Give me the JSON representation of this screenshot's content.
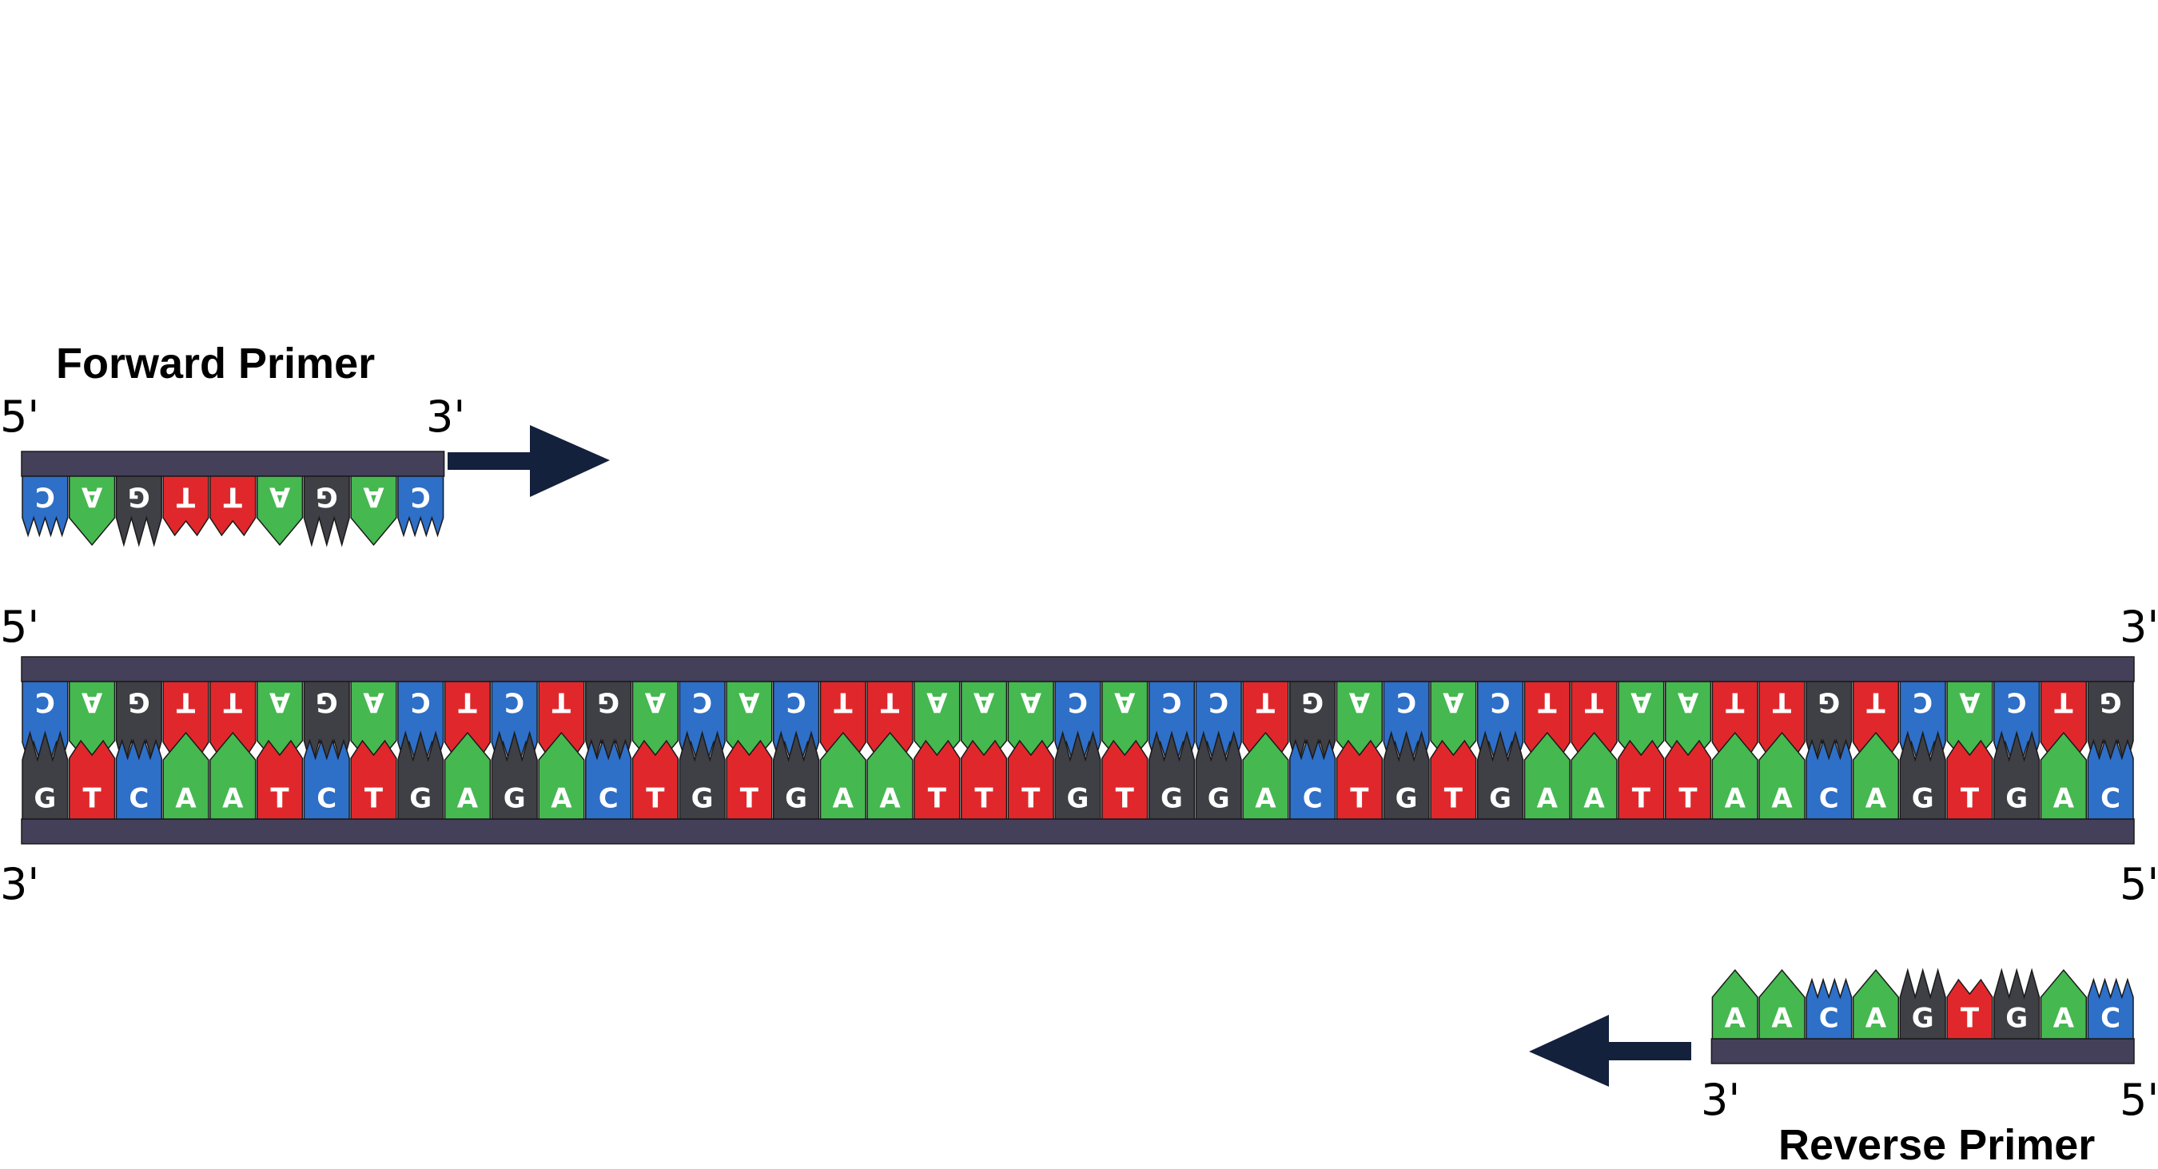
{
  "colors": {
    "A": "#45b850",
    "T": "#e0282c",
    "G": "#3f3f46",
    "C": "#2e6fc8",
    "backbone": "#44405a",
    "arrow": "#14213d"
  },
  "forward_primer": {
    "title": "Forward Primer",
    "end_left": "5'",
    "end_right": "3'",
    "bases": [
      "C",
      "A",
      "G",
      "T",
      "T",
      "A",
      "G",
      "A",
      "C"
    ]
  },
  "template": {
    "top_end_left": "5'",
    "top_end_right": "3'",
    "bottom_end_left": "3'",
    "bottom_end_right": "5'",
    "top_bases": [
      "C",
      "A",
      "G",
      "T",
      "T",
      "A",
      "G",
      "A",
      "C",
      "T",
      "C",
      "T",
      "G",
      "A",
      "C",
      "A",
      "C",
      "T",
      "T",
      "A",
      "A",
      "A",
      "C",
      "A",
      "C",
      "C",
      "T",
      "G",
      "A",
      "C",
      "A",
      "C",
      "T",
      "T",
      "A",
      "A",
      "T",
      "T",
      "G",
      "T",
      "C",
      "A",
      "C",
      "T",
      "G"
    ],
    "bottom_bases": [
      "G",
      "T",
      "C",
      "A",
      "A",
      "T",
      "C",
      "T",
      "G",
      "A",
      "G",
      "A",
      "C",
      "T",
      "G",
      "T",
      "G",
      "A",
      "A",
      "T",
      "T",
      "T",
      "G",
      "T",
      "G",
      "G",
      "A",
      "C",
      "T",
      "G",
      "T",
      "G",
      "A",
      "A",
      "T",
      "T",
      "A",
      "A",
      "C",
      "A",
      "G",
      "T",
      "G",
      "A",
      "C"
    ]
  },
  "reverse_primer": {
    "title": "Reverse Primer",
    "end_left": "3'",
    "end_right": "5'",
    "bases": [
      "A",
      "A",
      "C",
      "A",
      "G",
      "T",
      "G",
      "A",
      "C"
    ]
  }
}
